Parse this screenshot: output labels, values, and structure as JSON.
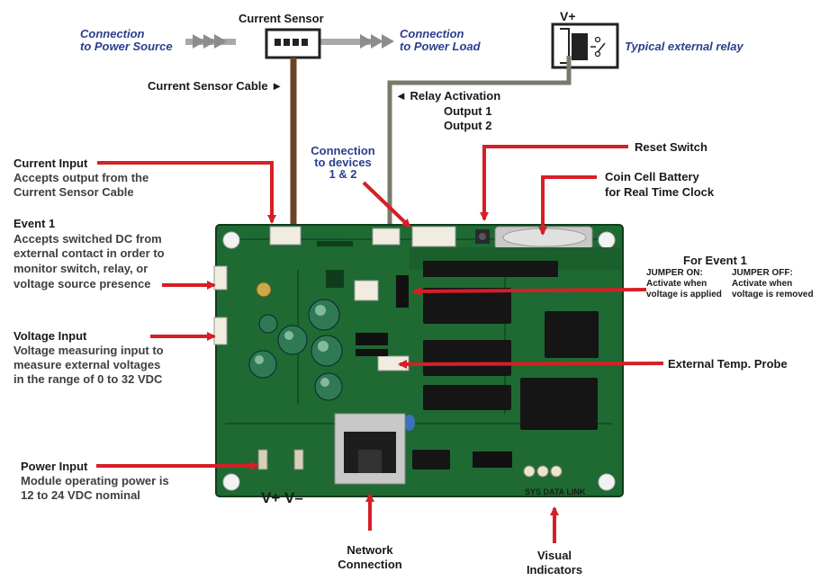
{
  "colors": {
    "arrow": "#d61f26",
    "board": "#1e6a32",
    "board_dark": "#124a22",
    "label_blue": "#2b3f8c",
    "cable_brown": "#6b4426",
    "wire_gray": "#7a7a6a"
  },
  "top": {
    "current_sensor": "Current Sensor",
    "conn_power_source": [
      "Connection",
      "to Power Source"
    ],
    "conn_power_load": [
      "Connection",
      "to Power Load"
    ],
    "current_sensor_cable": "Current Sensor Cable ►",
    "vplus": "V+",
    "typical_relay": "Typical external relay",
    "relay_activation": [
      "◄ Relay Activation",
      "Output 1",
      "Output 2"
    ]
  },
  "labels": {
    "connection_devices": [
      "Connection",
      "to devices",
      "1 & 2"
    ],
    "reset_switch": "Reset Switch",
    "coin_cell": [
      "Coin Cell Battery",
      "for Real Time Clock"
    ],
    "current_input": {
      "title": "Current Input",
      "desc": [
        "Accepts output from the",
        "Current Sensor Cable"
      ]
    },
    "event1": {
      "title": "Event 1",
      "desc": [
        "Accepts switched DC from",
        "external contact in order to",
        "monitor switch, relay, or",
        "voltage source presence"
      ]
    },
    "voltage_input": {
      "title": "Voltage Input",
      "desc": [
        "Voltage measuring input to",
        "measure external voltages",
        "in the range of 0 to 32 VDC"
      ]
    },
    "power_input": {
      "title": "Power Input",
      "desc": [
        "Module operating power is",
        "12 to 24 VDC nominal"
      ]
    },
    "for_event1": {
      "title": "For Event 1",
      "on_title": "JUMPER ON:",
      "on_desc": [
        "Activate when",
        "voltage is applied"
      ],
      "off_title": "JUMPER OFF:",
      "off_desc": [
        "Activate when",
        "voltage is removed"
      ]
    },
    "ext_temp": "External Temp. Probe",
    "vplus_vminus": "V+ V–",
    "sys_data_link": "SYS DATA LINK",
    "network": [
      "Network",
      "Connection"
    ],
    "visual": [
      "Visual",
      "Indicators"
    ]
  }
}
